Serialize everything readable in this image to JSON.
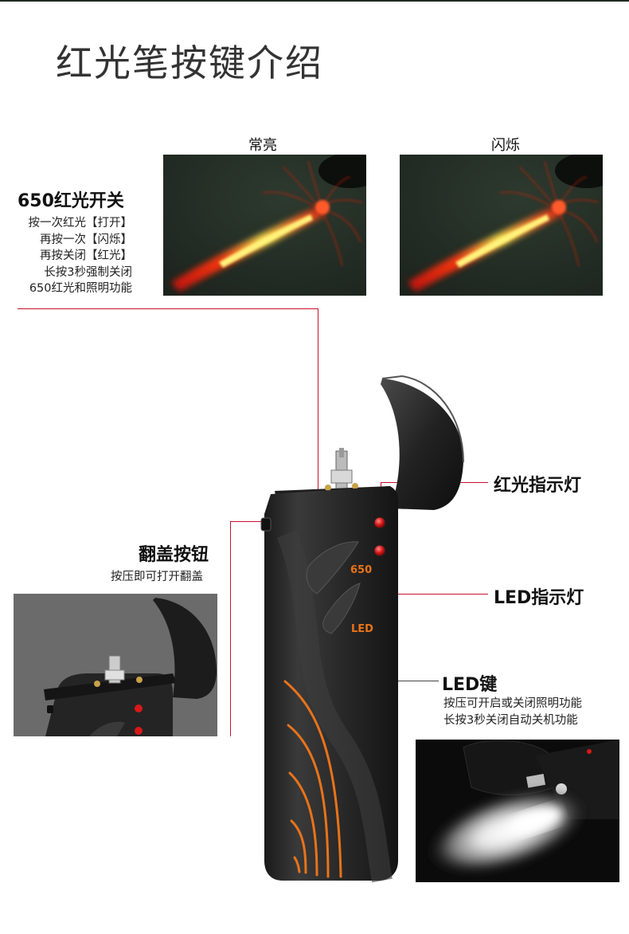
{
  "title": "红光笔按键介绍",
  "modes": {
    "steady_label": "常亮",
    "flash_label": "闪烁"
  },
  "switch_650": {
    "heading": "650红光开关",
    "lines": [
      "按一次红光【打开】",
      "再按一次【闪烁】",
      "再按关闭【红光】",
      "长按3秒强制关闭",
      "650红光和照明功能"
    ]
  },
  "flip_button": {
    "heading": "翻盖按钮",
    "desc": "按压即可打开翻盖"
  },
  "red_indicator": {
    "heading": "红光指示灯"
  },
  "led_indicator": {
    "heading": "LED指示灯"
  },
  "led_key": {
    "heading": "LED键",
    "lines": [
      "按压可开启或关闭照明功能",
      "长按3秒关闭自动关机功能"
    ]
  },
  "device": {
    "label_650": "650",
    "label_led": "LED"
  },
  "colors": {
    "accent_red": "#c8102e",
    "orange": "#e8731a",
    "device_body": "#2a2a2a"
  }
}
